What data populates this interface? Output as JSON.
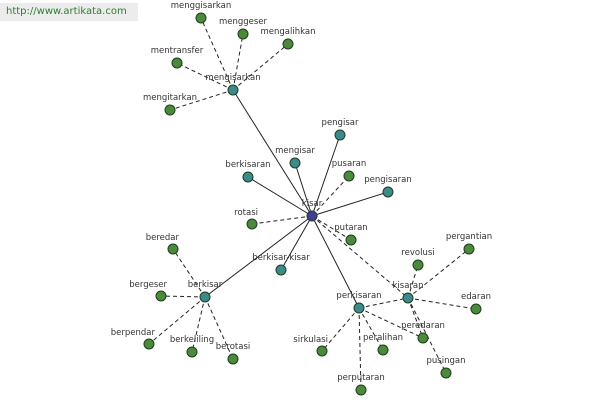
{
  "watermark": "http://www.artikata.com",
  "colors": {
    "teal": "#3d8a8c",
    "green": "#4a8a3a",
    "blue": "#3f3f9a",
    "edge": "#222222"
  },
  "nodes": [
    {
      "id": "kisar",
      "label": "kisar",
      "kind": "root"
    },
    {
      "id": "mengisarkan",
      "label": "mengisarkan",
      "kind": "synonym"
    },
    {
      "id": "menggisarkan",
      "label": "menggisarkan",
      "kind": "related"
    },
    {
      "id": "menggeser",
      "label": "menggeser",
      "kind": "related"
    },
    {
      "id": "mengalihkan",
      "label": "mengalihkan",
      "kind": "related"
    },
    {
      "id": "mentransfer",
      "label": "mentransfer",
      "kind": "related"
    },
    {
      "id": "mengitarkan",
      "label": "mengitarkan",
      "kind": "related"
    },
    {
      "id": "pengisar",
      "label": "pengisar",
      "kind": "synonym"
    },
    {
      "id": "mengisar",
      "label": "mengisar",
      "kind": "synonym"
    },
    {
      "id": "pusaran",
      "label": "pusaran",
      "kind": "related"
    },
    {
      "id": "pengisaran",
      "label": "pengisaran",
      "kind": "synonym"
    },
    {
      "id": "berkisaran",
      "label": "berkisaran",
      "kind": "synonym"
    },
    {
      "id": "rotasi",
      "label": "rotasi",
      "kind": "related"
    },
    {
      "id": "putaran",
      "label": "putaran",
      "kind": "related"
    },
    {
      "id": "berkisar-kisar",
      "label": "berkisar-kisar",
      "kind": "synonym"
    },
    {
      "id": "berkisar",
      "label": "berkisar",
      "kind": "synonym"
    },
    {
      "id": "beredar",
      "label": "beredar",
      "kind": "related"
    },
    {
      "id": "bergeser",
      "label": "bergeser",
      "kind": "related"
    },
    {
      "id": "berpendar",
      "label": "berpendar",
      "kind": "related"
    },
    {
      "id": "berkeliling",
      "label": "berkeliling",
      "kind": "related"
    },
    {
      "id": "berotasi",
      "label": "berotasi",
      "kind": "related"
    },
    {
      "id": "perkisaran",
      "label": "perkisaran",
      "kind": "synonym"
    },
    {
      "id": "sirkulasi",
      "label": "sirkulasi",
      "kind": "related"
    },
    {
      "id": "perputaran",
      "label": "perputaran",
      "kind": "related"
    },
    {
      "id": "peralihan",
      "label": "peralihan",
      "kind": "related"
    },
    {
      "id": "kisaran",
      "label": "kisaran",
      "kind": "synonym"
    },
    {
      "id": "revolusi",
      "label": "revolusi",
      "kind": "related"
    },
    {
      "id": "pergantian",
      "label": "pergantian",
      "kind": "related"
    },
    {
      "id": "edaran",
      "label": "edaran",
      "kind": "related"
    },
    {
      "id": "peredaran",
      "label": "peredaran",
      "kind": "related"
    },
    {
      "id": "pusingan",
      "label": "pusingan",
      "kind": "related"
    }
  ],
  "edges": [
    {
      "from": "kisar",
      "to": "mengisarkan",
      "style": "solid"
    },
    {
      "from": "kisar",
      "to": "pengisar",
      "style": "solid"
    },
    {
      "from": "kisar",
      "to": "mengisar",
      "style": "solid"
    },
    {
      "from": "kisar",
      "to": "pengisaran",
      "style": "solid"
    },
    {
      "from": "kisar",
      "to": "berkisaran",
      "style": "solid"
    },
    {
      "from": "kisar",
      "to": "berkisar",
      "style": "solid"
    },
    {
      "from": "kisar",
      "to": "berkisar-kisar",
      "style": "solid"
    },
    {
      "from": "kisar",
      "to": "perkisaran",
      "style": "solid"
    },
    {
      "from": "kisar",
      "to": "kisaran",
      "style": "dashed"
    },
    {
      "from": "kisar",
      "to": "pusaran",
      "style": "dashed"
    },
    {
      "from": "kisar",
      "to": "rotasi",
      "style": "dashed"
    },
    {
      "from": "kisar",
      "to": "putaran",
      "style": "dashed"
    },
    {
      "from": "mengisarkan",
      "to": "menggisarkan",
      "style": "dashed"
    },
    {
      "from": "mengisarkan",
      "to": "menggeser",
      "style": "dashed"
    },
    {
      "from": "mengisarkan",
      "to": "mengalihkan",
      "style": "dashed"
    },
    {
      "from": "mengisarkan",
      "to": "mentransfer",
      "style": "dashed"
    },
    {
      "from": "mengisarkan",
      "to": "mengitarkan",
      "style": "dashed"
    },
    {
      "from": "berkisar",
      "to": "beredar",
      "style": "dashed"
    },
    {
      "from": "berkisar",
      "to": "bergeser",
      "style": "dashed"
    },
    {
      "from": "berkisar",
      "to": "berpendar",
      "style": "dashed"
    },
    {
      "from": "berkisar",
      "to": "berkeliling",
      "style": "dashed"
    },
    {
      "from": "berkisar",
      "to": "berotasi",
      "style": "dashed"
    },
    {
      "from": "perkisaran",
      "to": "sirkulasi",
      "style": "dashed"
    },
    {
      "from": "perkisaran",
      "to": "perputaran",
      "style": "dashed"
    },
    {
      "from": "perkisaran",
      "to": "peralihan",
      "style": "dashed"
    },
    {
      "from": "perkisaran",
      "to": "peredaran",
      "style": "dashed"
    },
    {
      "from": "perkisaran",
      "to": "kisaran",
      "style": "dashed"
    },
    {
      "from": "kisaran",
      "to": "revolusi",
      "style": "dashed"
    },
    {
      "from": "kisaran",
      "to": "pergantian",
      "style": "dashed"
    },
    {
      "from": "kisaran",
      "to": "edaran",
      "style": "dashed"
    },
    {
      "from": "kisaran",
      "to": "peredaran",
      "style": "dashed"
    },
    {
      "from": "kisaran",
      "to": "pusingan",
      "style": "dashed"
    }
  ]
}
